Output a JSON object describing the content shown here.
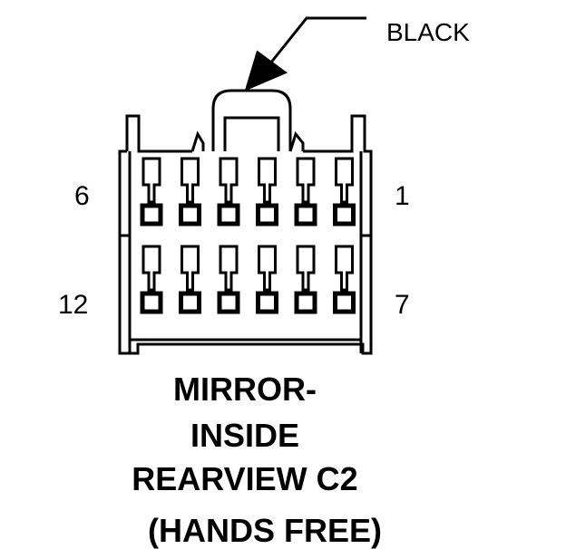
{
  "callout": {
    "color_label": "BLACK"
  },
  "pin_labels": {
    "top_left": "6",
    "top_right": "1",
    "bottom_left": "12",
    "bottom_right": "7"
  },
  "title": {
    "line1": "MIRROR-",
    "line2": "INSIDE",
    "line3": "REARVIEW C2",
    "line4": "(HANDS FREE)"
  },
  "connector": {
    "rows": 2,
    "cavities_per_row": 6,
    "line_color": "#000000"
  }
}
